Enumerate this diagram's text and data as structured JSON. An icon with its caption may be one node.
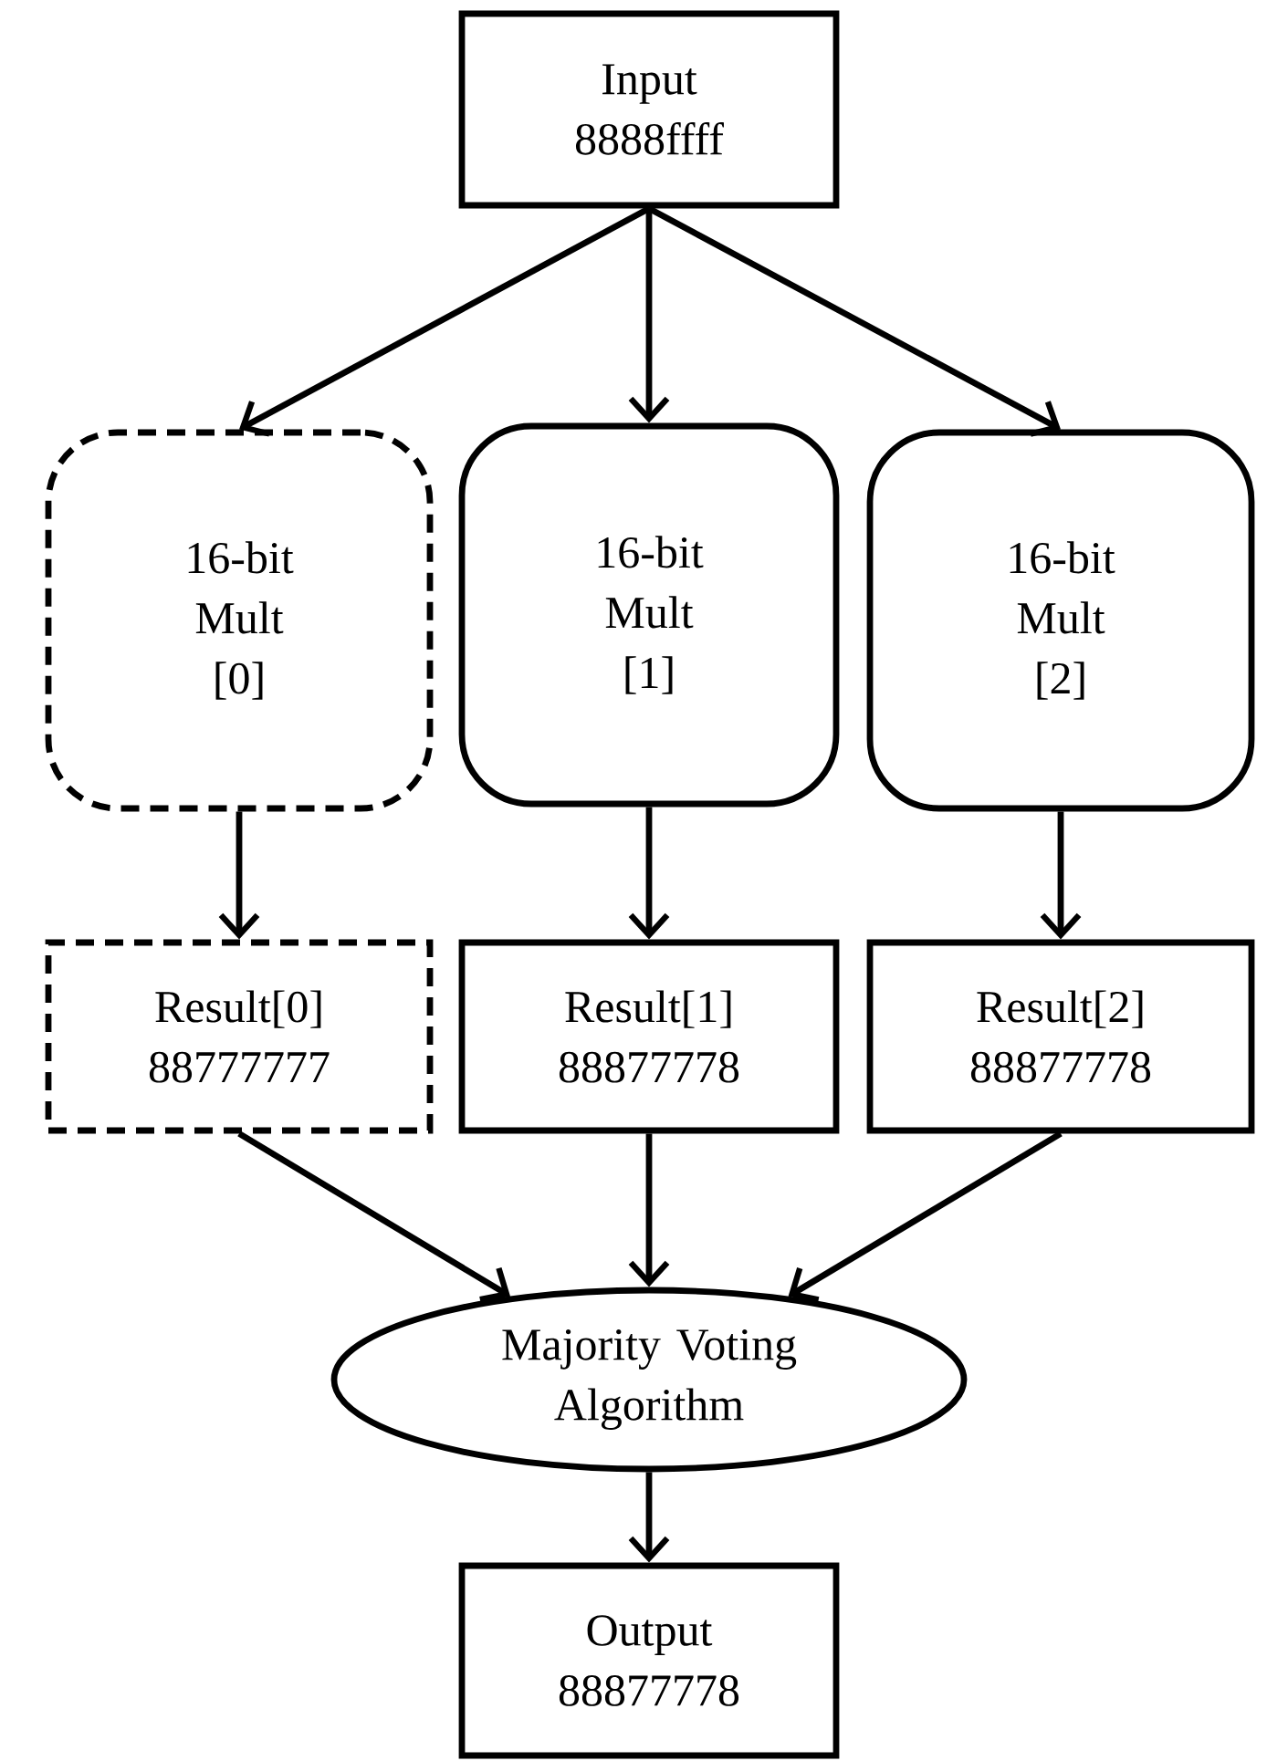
{
  "diagram": {
    "nodes": [
      {
        "text": [
          "Input",
          "8888ffff"
        ]
      },
      {
        "text": [
          "16-bit Mult [0]"
        ]
      },
      {
        "text": [
          "16-bit Mult [1]"
        ]
      },
      {
        "text": [
          "16-bit Mult [2]"
        ]
      },
      {
        "text": [
          "Result[0]",
          "88777777"
        ]
      },
      {
        "text": [
          "Result[1]",
          "88877778"
        ]
      },
      {
        "text": [
          "Result[2]",
          "88877778"
        ]
      },
      {
        "text": [
          "Majority Voting Algorithm"
        ]
      },
      {
        "text": [
          "Output",
          "88877778"
        ]
      }
    ],
    "edges": [
      {
        "from": 0,
        "to": 1,
        "arrow": "to"
      },
      {
        "from": 0,
        "to": 2,
        "arrow": "to"
      },
      {
        "from": 0,
        "to": 3,
        "arrow": "to"
      },
      {
        "from": 1,
        "to": 4,
        "arrow": "to"
      },
      {
        "from": 2,
        "to": 5,
        "arrow": "to"
      },
      {
        "from": 3,
        "to": 6,
        "arrow": "to"
      },
      {
        "from": 4,
        "to": 7,
        "arrow": "to"
      },
      {
        "from": 5,
        "to": 7,
        "arrow": "to"
      },
      {
        "from": 6,
        "to": 7,
        "arrow": "to"
      },
      {
        "from": 7,
        "to": 8,
        "arrow": "to"
      }
    ]
  }
}
